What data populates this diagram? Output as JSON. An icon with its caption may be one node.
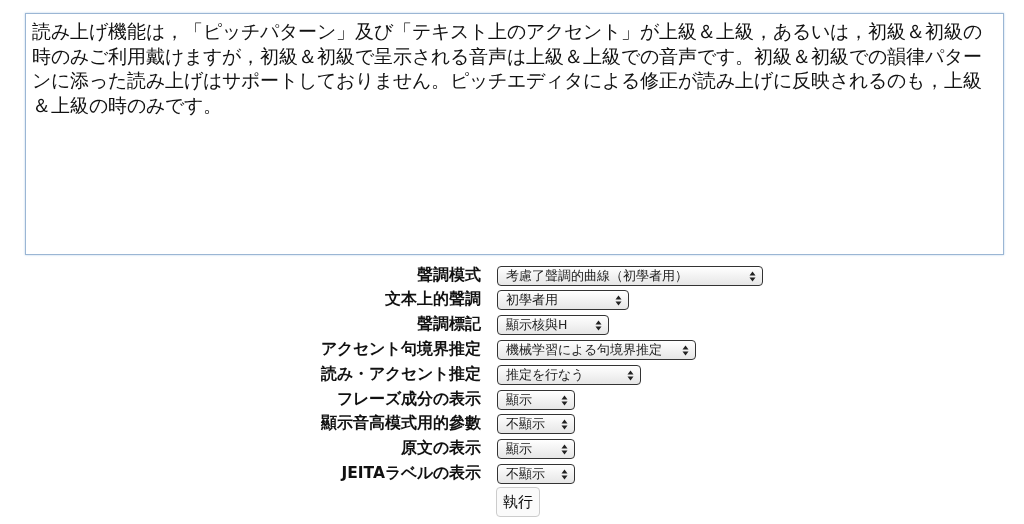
{
  "diagram": {
    "nodes": [
      {
        "text": [
          "読み上げ機能は，「ピッチパターン」及び「テキスト上のアクセント」が上級＆上級，あるいは，初級＆初級の時のみご利用戴けますが，初級＆初級で呈示される音声は上級＆上級での音声です。初級＆初級での韻律パターンに添った読み上げはサポートしておりません。ピッチエディタによる修正が読み上げに反映されるのも，上級＆上級の時のみです。"
        ]
      },
      {
        "text": [
          "考慮了聲調的曲線（初學者用）"
        ]
      },
      {
        "text": [
          "初學者用"
        ]
      },
      {
        "text": [
          "顯示核與H"
        ]
      },
      {
        "text": [
          "機械学習による句境界推定"
        ]
      },
      {
        "text": [
          "推定を行なう"
        ]
      },
      {
        "text": [
          "顯示"
        ]
      },
      {
        "text": [
          "不顯示"
        ]
      },
      {
        "text": [
          "顯示"
        ]
      },
      {
        "text": [
          "不顯示"
        ]
      },
      {
        "text": [
          "執行"
        ]
      }
    ],
    "labels": [
      "聲調模式",
      "文本上的聲調",
      "聲調標記",
      "アクセント句境界推定",
      "読み・アクセント推定",
      "フレーズ成分の表示",
      "顯示音高模式用的參數",
      "原文の表示",
      "JEITAラベルの表示"
    ]
  }
}
